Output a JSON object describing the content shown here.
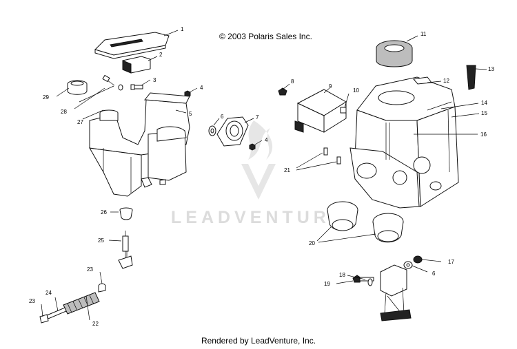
{
  "copyright": "© 2003 Polaris Sales Inc.",
  "footer": "Rendered by LeadVenture, Inc.",
  "watermark": "LEADVENTURE",
  "callouts": {
    "c1": "1",
    "c2": "2",
    "c3": "3",
    "c4a": "4",
    "c4b": "4",
    "c5": "5",
    "c6a": "6",
    "c6b": "6",
    "c7": "7",
    "c8": "8",
    "c9": "9",
    "c10": "10",
    "c11": "11",
    "c12": "12",
    "c13": "13",
    "c14": "14",
    "c15": "15",
    "c16": "16",
    "c17": "17",
    "c18": "18",
    "c19": "19",
    "c20": "20",
    "c21": "21",
    "c22": "22",
    "c23a": "23",
    "c23b": "23",
    "c24": "24",
    "c25": "25",
    "c26": "26",
    "c27": "27",
    "c28": "28",
    "c29": "29"
  }
}
